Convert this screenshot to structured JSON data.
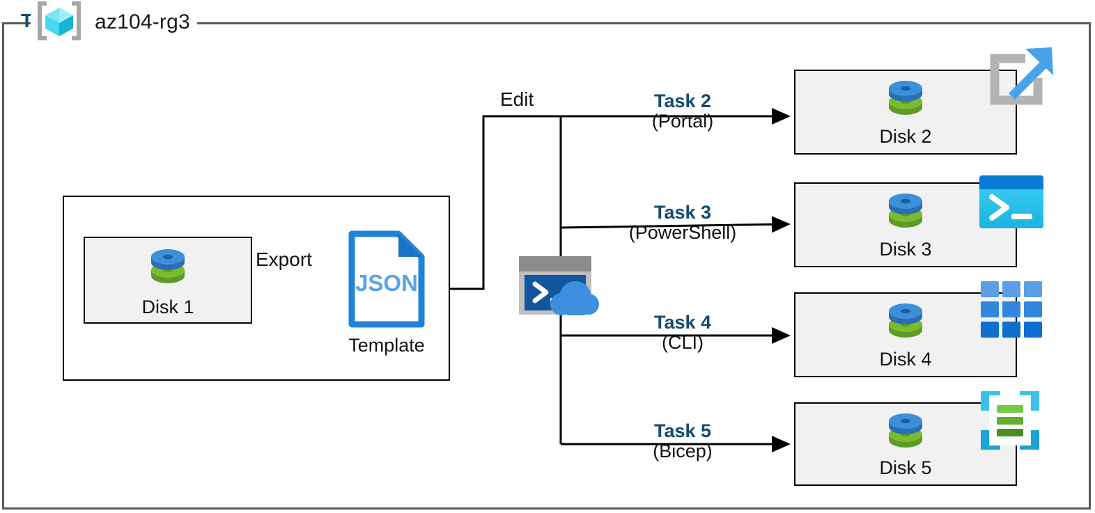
{
  "resource_group": {
    "name": "az104-rg3",
    "icon": "resource-group-cube-icon"
  },
  "task1": {
    "heading": "Task 1",
    "disk": {
      "label": "Disk 1",
      "icon": "managed-disk-icon"
    },
    "export_label": "Export",
    "template": {
      "file_type": "JSON",
      "caption": "Template",
      "icon": "json-file-icon"
    }
  },
  "edit_label": "Edit",
  "cloudshell": {
    "icon": "azure-cloud-shell-icon"
  },
  "branches": [
    {
      "task": "Task 2",
      "method": "(Portal)",
      "disk": "Disk 2",
      "disk_icon": "managed-disk-icon",
      "method_icon": "azure-portal-icon"
    },
    {
      "task": "Task 3",
      "method": "(PowerShell)",
      "disk": "Disk 3",
      "disk_icon": "managed-disk-icon",
      "method_icon": "powershell-icon"
    },
    {
      "task": "Task 4",
      "method": "(CLI)",
      "disk": "Disk 4",
      "disk_icon": "managed-disk-icon",
      "method_icon": "azure-cli-icon"
    },
    {
      "task": "Task 5",
      "method": "(Bicep)",
      "disk": "Disk 5",
      "disk_icon": "managed-disk-icon",
      "method_icon": "bicep-icon"
    }
  ],
  "colors": {
    "frame_gray": "#595959",
    "task_blue": "#134a72",
    "card_fill": "#f1f1f1",
    "card_stroke": "#000000",
    "disk_top_blue": "#3c8fd9",
    "disk_bottom_green": "#79ba2a",
    "json_blue": "#2183d8",
    "portal_arrow_blue": "#49a3ea",
    "portal_bracket_gray": "#b3b3b3",
    "powershell_title": "#0a7bd4",
    "powershell_body": "#34c6f0",
    "cli_tile_blue": "#1b7ed8",
    "bicep_cyan": "#3ac1ea",
    "bicep_green": "#77c943",
    "cloudshell_terminal": "#10559e",
    "cloudshell_cloud": "#3f8fe0",
    "wire_black": "#000000"
  }
}
